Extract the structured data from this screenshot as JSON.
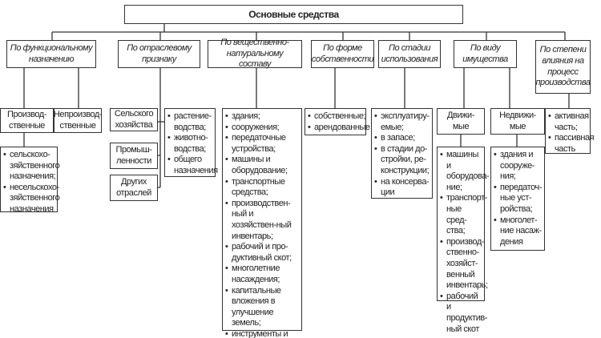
{
  "root": "Основные средства",
  "categories": [
    "По функциональному\nназначению",
    "По отраслевому\nпризнаку",
    "По вещественно-\nнатуральному составу",
    "По форме\nсобственности",
    "По стадии\nиспользования",
    "По виду\nимущества",
    "По степени\nвлияния на\nпроцесс\nпроизводства"
  ],
  "functional": {
    "productive": "Производ-\nственные",
    "nonproductive": "Непроизвод-\nственные",
    "productive_items": [
      "сельскохо-зяйственного назначения;",
      "несельскохо-зяйственного назначения"
    ]
  },
  "sector": {
    "agriculture": "Сельского\nхозяйства",
    "industry": "Промыш-\nленности",
    "other": "Других\nотраслей",
    "agriculture_items": [
      "растение-водства;",
      "животно-водства;",
      "общего назначения"
    ]
  },
  "material_items": [
    "здания;",
    "сооружения;",
    "передаточные устройства;",
    "машины и оборудование;",
    "транспортные средства;",
    "производствен-ный и хозяйствен-ный инвентарь;",
    "рабочий и про-дуктивный скот;",
    "многолетние насаждения;",
    "капитальные вложения в улучшение земель;",
    "инструменты и пр."
  ],
  "ownership_items": [
    "собственные;",
    "арендованные"
  ],
  "stage_items": [
    "эксплуатиру-емые;",
    "в запасе;",
    "в стадии до-стройки, ре-конструкции;",
    "на консерва-ции"
  ],
  "property": {
    "movable": "Движи-\nмые",
    "immovable": "Недвижи-\nмые",
    "movable_items": [
      "машины и оборудова-ние;",
      "транспорт-ные сред-ства;",
      "производ-ственно-хозяйст-венный инвентарь;",
      "рабочий и продуктив-ный скот"
    ],
    "immovable_items": [
      "здания и сооруже-ния;",
      "передаточ-ные уст-ройства;",
      "многолет-ние насаж-дения"
    ]
  },
  "influence_items": [
    "активная часть;",
    "пассивная часть"
  ]
}
